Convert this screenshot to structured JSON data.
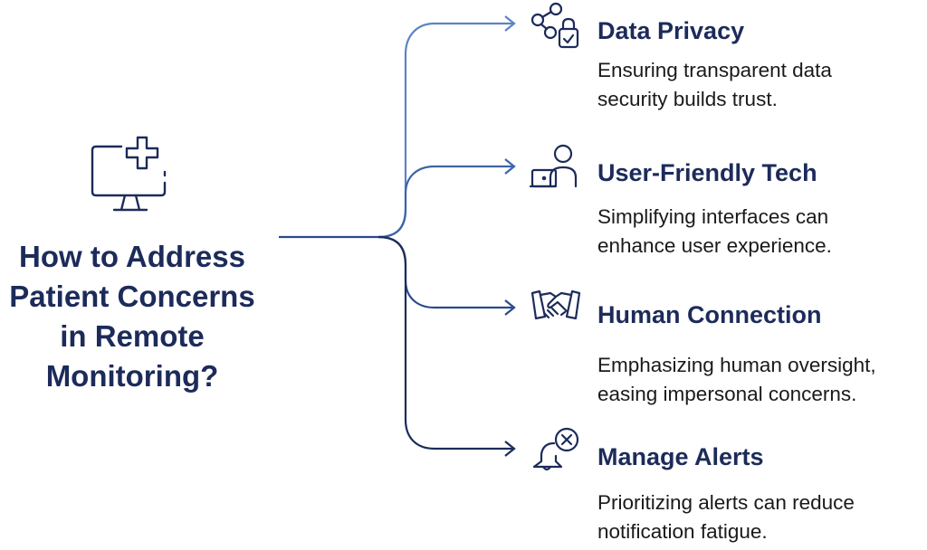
{
  "main": {
    "title_lines": [
      "How to Address",
      "Patient Concerns",
      "in Remote",
      "Monitoring?"
    ],
    "icon": "medical-monitor-icon"
  },
  "branches": [
    {
      "title": "Data Privacy",
      "desc_lines": [
        "Ensuring transparent data",
        "security builds trust."
      ],
      "icon": "share-lock-icon",
      "color": "#5a84c4"
    },
    {
      "title": "User-Friendly Tech",
      "desc_lines": [
        "Simplifying interfaces can",
        "enhance user experience."
      ],
      "icon": "user-laptop-icon",
      "color": "#3c64a8"
    },
    {
      "title": "Human Connection",
      "desc_lines": [
        "Emphasizing human oversight,",
        "easing impersonal concerns."
      ],
      "icon": "handshake-icon",
      "color": "#2a4a8e"
    },
    {
      "title": "Manage Alerts",
      "desc_lines": [
        "Prioritizing alerts can reduce",
        "notification fatigue."
      ],
      "icon": "bell-cancel-icon",
      "color": "#1c2b5a"
    }
  ],
  "colors": {
    "heading": "#1c2b5a",
    "body_text": "#1a1a1a",
    "trunk": "#2a4a8e"
  }
}
